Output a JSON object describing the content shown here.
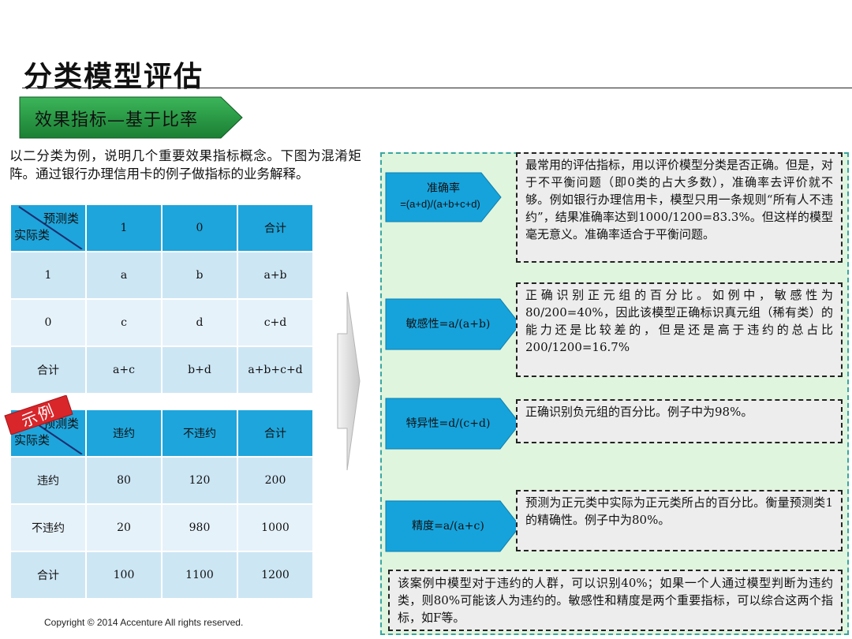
{
  "title": "分类模型评估",
  "banner": "效果指标—基于比率",
  "intro": "以二分类为例，说明几个重要效果指标概念。下图为混淆矩阵。通过银行办理信用卡的例子做指标的业务解释。",
  "matrix1": {
    "corner_top": "预测类",
    "corner_bottom": "实际类",
    "headers": [
      "1",
      "0",
      "合计"
    ],
    "rows": [
      {
        "label": "1",
        "cells": [
          "a",
          "b",
          "a+b"
        ]
      },
      {
        "label": "0",
        "cells": [
          "c",
          "d",
          "c+d"
        ]
      },
      {
        "label": "合计",
        "cells": [
          "a+c",
          "b+d",
          "a+b+c+d"
        ]
      }
    ]
  },
  "badge": "示例",
  "matrix2": {
    "corner_top": "预测类",
    "corner_bottom": "实际类",
    "headers": [
      "违约",
      "不违约",
      "合计"
    ],
    "rows": [
      {
        "label": "违约",
        "cells": [
          "80",
          "120",
          "200"
        ]
      },
      {
        "label": "不违约",
        "cells": [
          "20",
          "980",
          "1000"
        ]
      },
      {
        "label": "合计",
        "cells": [
          "100",
          "1100",
          "1200"
        ]
      }
    ]
  },
  "metrics": [
    {
      "label_line1": "准确率",
      "label_line2": "=(a+d)/(a+b+c+d)",
      "desc": "最常用的评估指标，用以评价模型分类是否正确。但是，对于不平衡问题（即0类的占大多数），准确率去评价就不够。例如银行办理信用卡，模型只用一条规则“所有人不违约”，结果准确率达到1000/1200=83.3%。但这样的模型毫无意义。准确率适合于平衡问题。"
    },
    {
      "label_line1": "敏感性=a/(a+b)",
      "label_line2": "",
      "desc": "正确识别正元组的百分比。如例中，敏感性为80/200=40%，因此该模型正确标识真元组（稀有类）的能力还是比较差的，但是还是高于违约的总占比200/1200=16.7%"
    },
    {
      "label_line1": "特异性=d/(c+d)",
      "label_line2": "",
      "desc": "正确识别负元组的百分比。例子中为98%。"
    },
    {
      "label_line1": "精度=a/(a+c)",
      "label_line2": "",
      "desc": "预测为正元类中实际为正元类所占的百分比。衡量预测类1的精确性。例子中为80%。"
    }
  ],
  "summary": "该案例中模型对于违约的人群，可以识别40%；如果一个人通过模型判断为违约类，则80%可能该人为违约的。敏感性和精度是两个重要指标，可以综合这两个指标，如F等。",
  "copyright": "Copyright © 2014  Accenture  All rights reserved.",
  "colors": {
    "banner_green": "#1e8a3a",
    "table_header": "#1ea5dc",
    "pentagon": "#16a3dc",
    "panel_bg": "#dff5dd",
    "badge_red": "#d8262a"
  }
}
